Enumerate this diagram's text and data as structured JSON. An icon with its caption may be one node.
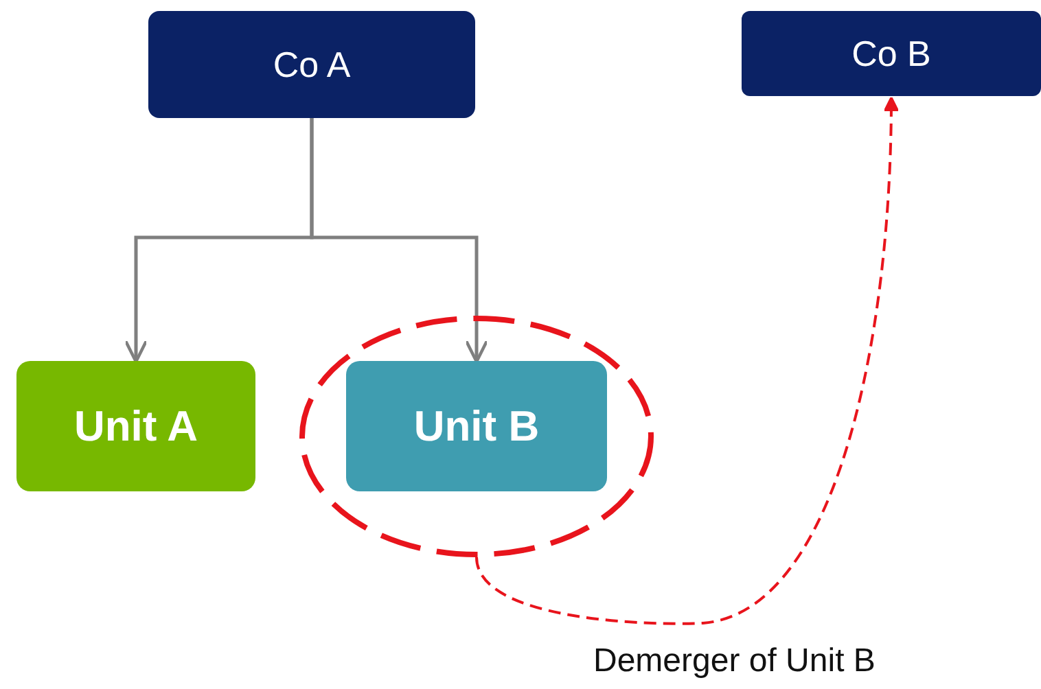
{
  "diagram": {
    "nodes": [
      {
        "text": [
          "Co A"
        ]
      },
      {
        "text": [
          "Co B"
        ]
      },
      {
        "text": [
          "Unit A"
        ]
      },
      {
        "text": [],
        "shape": "circle"
      },
      {
        "text": [
          "Unit B"
        ],
        "in": 3
      }
    ],
    "edges": [
      {
        "from": 0,
        "to": 2,
        "arrow": "to"
      },
      {
        "from": 0,
        "to": 4,
        "arrow": "to"
      },
      {
        "from": 3,
        "to": 1,
        "arrow": "to",
        "style": "dashed",
        "color": "#e8141c",
        "label": "Demerger of Unit B"
      }
    ]
  }
}
